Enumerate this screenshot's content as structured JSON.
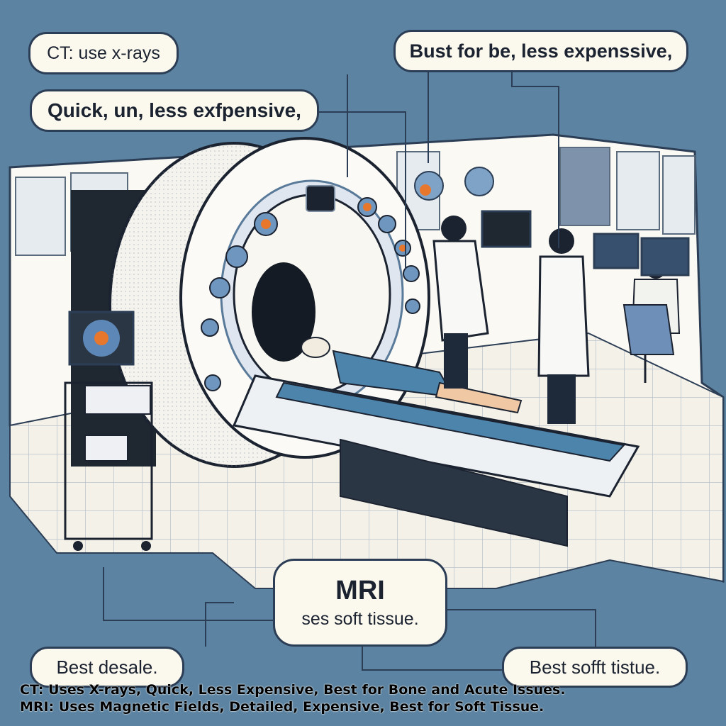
{
  "bubbles": {
    "ct": "CT: use x-rays",
    "quick": "Quick, un, less exfpensive,",
    "bust": "Bust  for be, less expenssive,",
    "mri_title": "MRI",
    "mri_sub": "ses  soft tissue.",
    "best_left": "Best  desale.",
    "best_right": "Best sofft tistue."
  },
  "caption": {
    "line1": "CT: Uses X-rays, Quick, Less Expensive, Best for Bone and Acute Issues.",
    "line2": "MRI: Uses Magnetic Fields, Detailed, Expensive, Best for Soft Tissue."
  },
  "colors": {
    "background": "#5c84a2",
    "bubble": "#fbf8ee",
    "ink": "#2c3e55",
    "accent_orange": "#e8772e",
    "sheet_blue": "#4d84ac"
  },
  "icons": [
    "ct-scanner",
    "patient",
    "doctor",
    "monitor",
    "brain-scan",
    "equipment-cart",
    "office-chair"
  ]
}
